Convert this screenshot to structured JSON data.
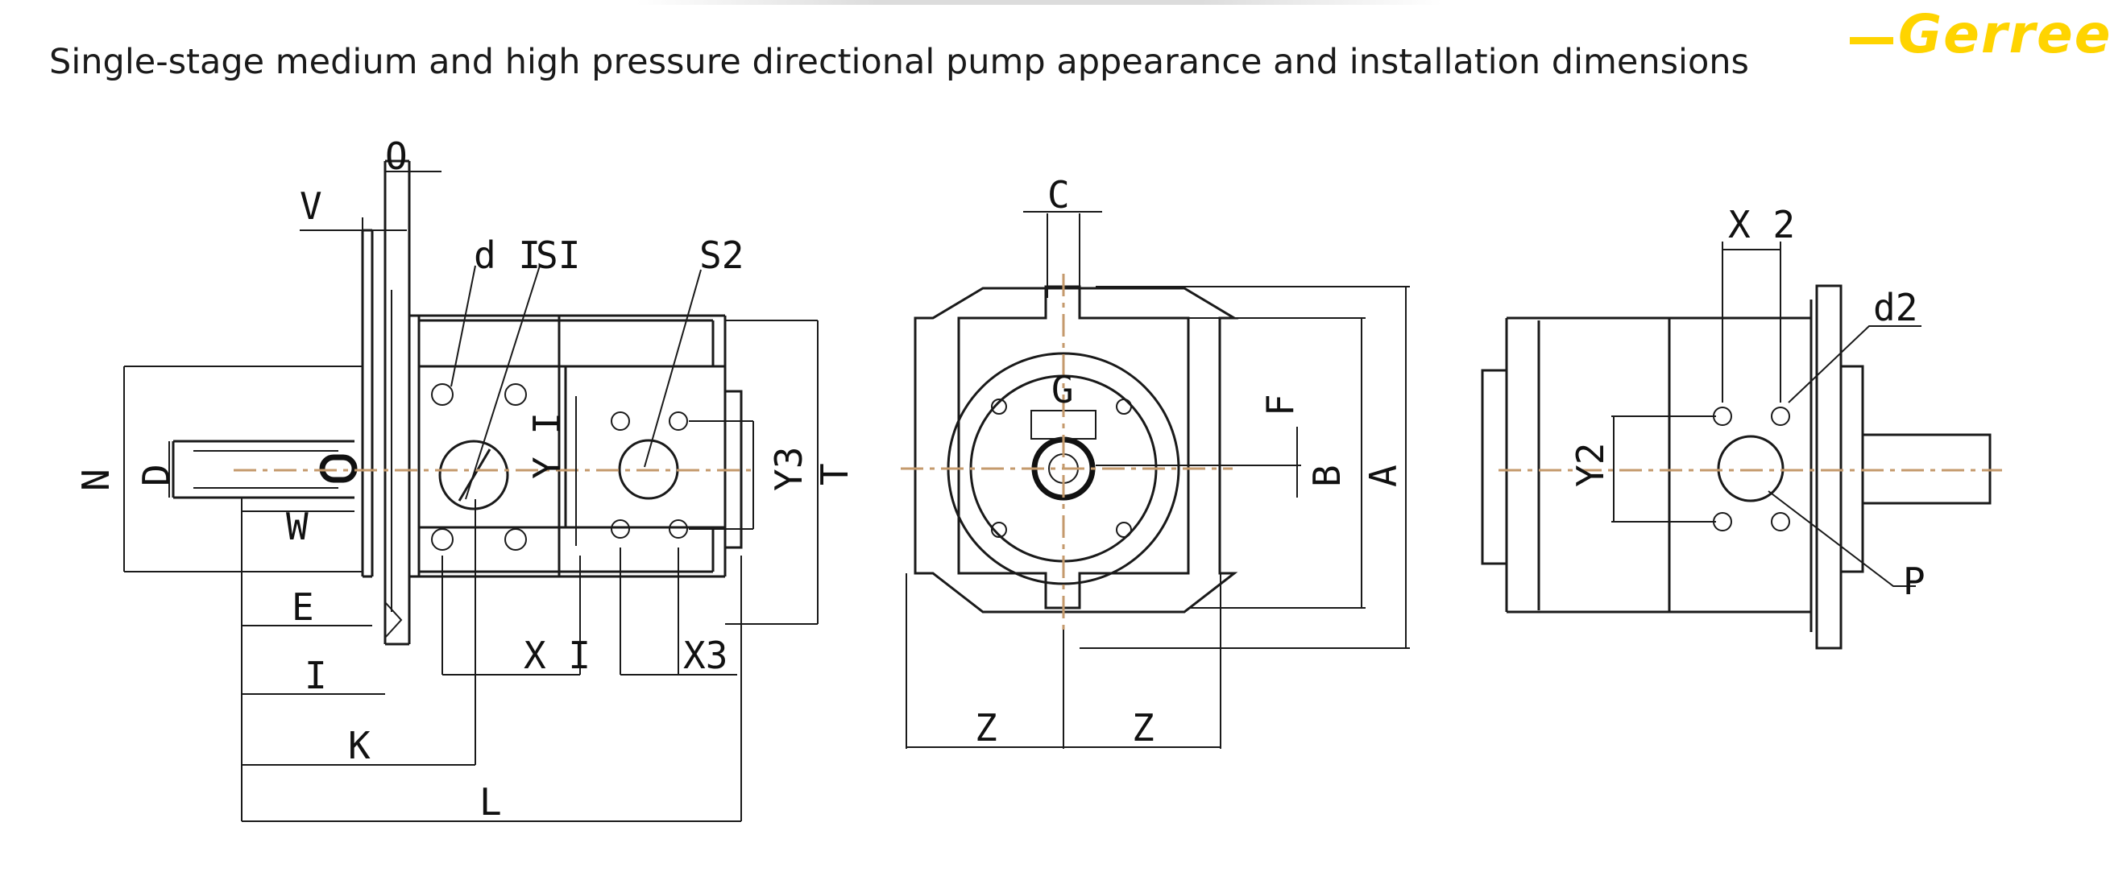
{
  "title": "Single-stage medium and high pressure directional pump appearance and installation dimensions",
  "brand": {
    "name": "Gerreen",
    "color": "#ffd400"
  },
  "colors": {
    "line": "#1a1a1a",
    "centerline": "#c49a6c"
  },
  "labels": {
    "O": "O",
    "V": "V",
    "d1": "d I",
    "S1": "SI",
    "S2": "S2",
    "N": "N",
    "D": "D",
    "Y1": "Y I",
    "Y3": "Y3",
    "T": "T",
    "W": "W",
    "E": "E",
    "I": "I",
    "K": "K",
    "L": "L",
    "X1": "X I",
    "X3": "X3",
    "C": "C",
    "G": "G",
    "F": "F",
    "B": "B",
    "A": "A",
    "Z_left": "Z",
    "Z_right": "Z",
    "X2": "X 2",
    "d2": "d2",
    "Y2": "Y2",
    "P": "P"
  }
}
